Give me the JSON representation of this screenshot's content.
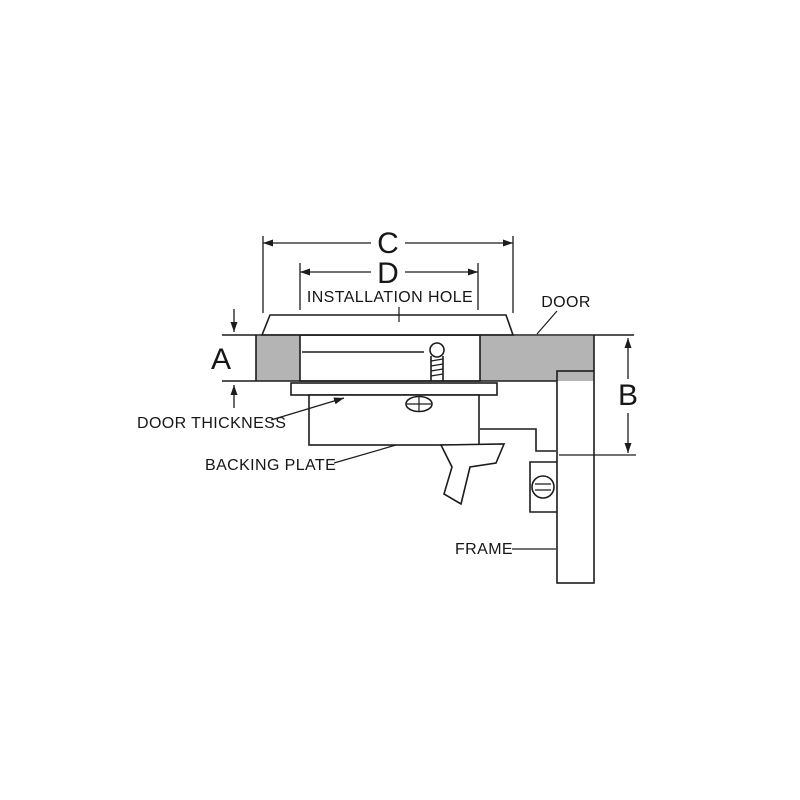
{
  "diagram": {
    "dimensions": {
      "a": "A",
      "b": "B",
      "c": "C",
      "d": "D"
    },
    "labels": {
      "installation_hole": "INSTALLATION HOLE",
      "door": "DOOR",
      "door_thickness": "DOOR THICKNESS",
      "backing_plate": "BACKING PLATE",
      "frame": "FRAME"
    },
    "colors": {
      "line": "#1c1c1c",
      "metal_shade": "#b4b4b4",
      "background": "#ffffff"
    }
  }
}
